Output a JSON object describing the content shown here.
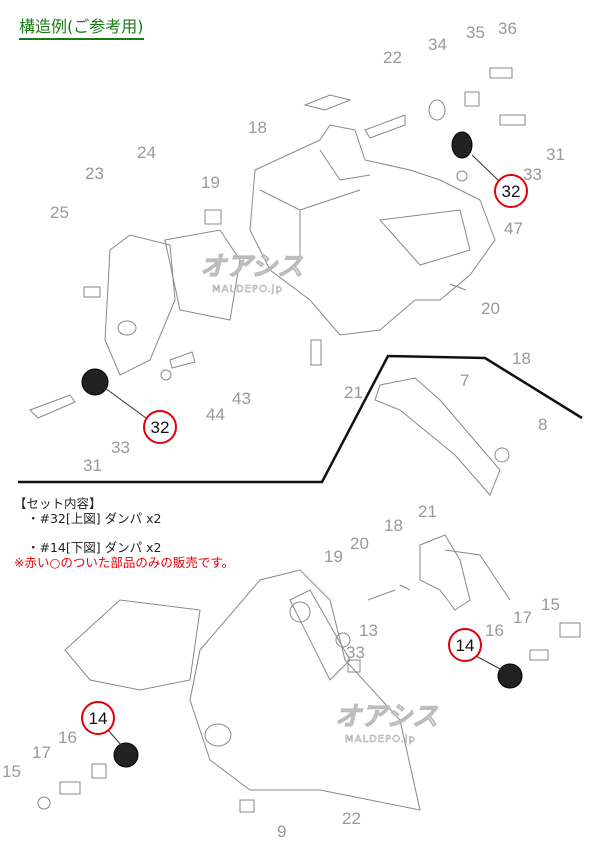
{
  "title": "構造例(ご参考用)",
  "set_contents": {
    "heading": "【セット内容】",
    "items": [
      "・#32[上図] ダンパ x2",
      "・#14[下図] ダンパ x2"
    ],
    "note": "※赤い○のついた部品のみの販売です。"
  },
  "watermark": {
    "logo": "オアシス",
    "site": "MALDEPO.jp"
  },
  "top_labels": [
    "36",
    "35",
    "34",
    "22",
    "18",
    "24",
    "23",
    "19",
    "25",
    "31",
    "33",
    "47",
    "20",
    "18",
    "21",
    "43",
    "44",
    "33",
    "31",
    "7",
    "8"
  ],
  "top_circled": [
    "32",
    "32"
  ],
  "bottom_labels": [
    "21",
    "18",
    "20",
    "19",
    "15",
    "13",
    "16",
    "17",
    "33",
    "16",
    "17",
    "15",
    "22",
    "9"
  ],
  "bottom_circled": [
    "14",
    "14"
  ],
  "colors": {
    "title": "#1a7a1a",
    "note": "#e0000b",
    "circle": "#e0000b"
  }
}
